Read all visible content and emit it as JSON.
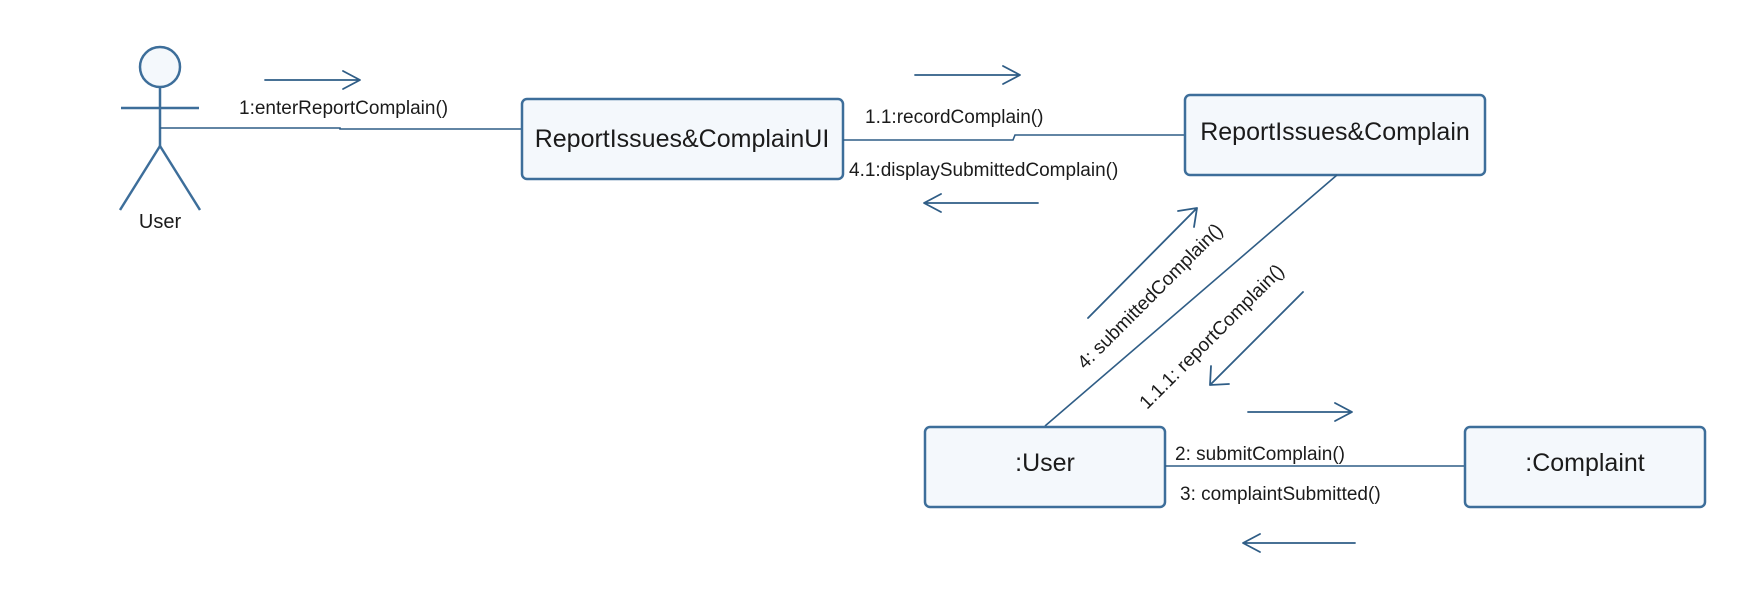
{
  "diagram": {
    "actor": {
      "label": "User"
    },
    "objects": {
      "ui": "ReportIssues&ComplainUI",
      "controller": "ReportIssues&Complain",
      "user": ":User",
      "complaint": ":Complaint"
    },
    "messages": {
      "m1": "1:enterReportComplain()",
      "m1_1": "1.1:recordComplain()",
      "m4_1": "4.1:displaySubmittedComplain()",
      "m4": "4: submittedComplain()",
      "m1_1_1": "1.1.1: reportComplain()",
      "m2": "2: submitComplain()",
      "m3": "3: complaintSubmitted()"
    },
    "colors": {
      "stroke": "#3d6e9a",
      "box_fill": "#f4f8fc",
      "text": "#1b1b1b"
    }
  }
}
